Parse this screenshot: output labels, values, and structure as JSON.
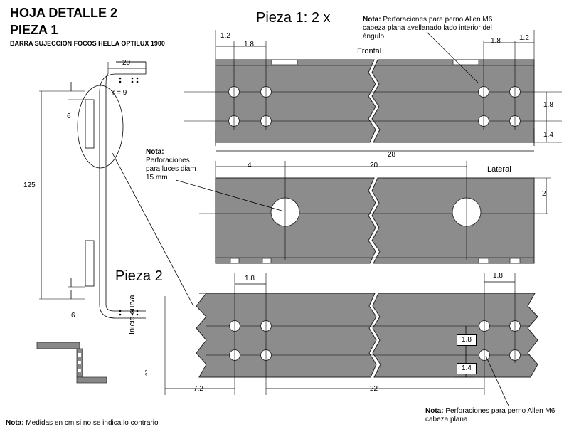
{
  "header": {
    "title_line1": "HOJA DETALLE 2",
    "title_line2": "PIEZA 1",
    "subtitle": "BARRA SUJECCION FOCOS HELLA OPTILUX 1900"
  },
  "piece1": {
    "title": "Pieza 1: 2 x",
    "frontal_label": "Frontal",
    "lateral_label": "Lateral",
    "note_bold": "Nota:",
    "note_text": " Perforaciones para perno Allen  M6 cabeza plana avellanado lado interior del ángulo",
    "dims": {
      "top_left_edge": "1.2",
      "top_left_spacing": "1.8",
      "top_right_spacing": "1.8",
      "top_right_edge": "1.2",
      "right_vertical_spacing": "1.8",
      "right_vertical_edge": "1.4",
      "total_length": "28",
      "lateral_left": "4",
      "lateral_spacing": "20",
      "lateral_height": "2"
    },
    "lights_note_bold": "Nota:",
    "lights_note_text": "Perforaciones para luces diam 15 mm"
  },
  "profile": {
    "dim_width": "20",
    "dim_radius": "r = 9",
    "dim_top": "6",
    "dim_height": "125",
    "dim_bottom": "6"
  },
  "piece2": {
    "title": "Pieza 2",
    "curve_label": "Inicio curva",
    "degree_mark": "°°",
    "dims": {
      "top_left_spacing": "1.8",
      "top_right_spacing": "1.8",
      "vertical_spacing": "1.8",
      "vertical_edge": "1.4",
      "left_offset": "7.2",
      "hole_spacing": "22"
    },
    "note_bold": "Nota:",
    "note_text": " Perforaciones para perno Allen  M6 cabeza plana"
  },
  "footer": {
    "note_bold": "Nota:",
    "note_text": " Medidas en cm si no se indica lo contrario"
  }
}
